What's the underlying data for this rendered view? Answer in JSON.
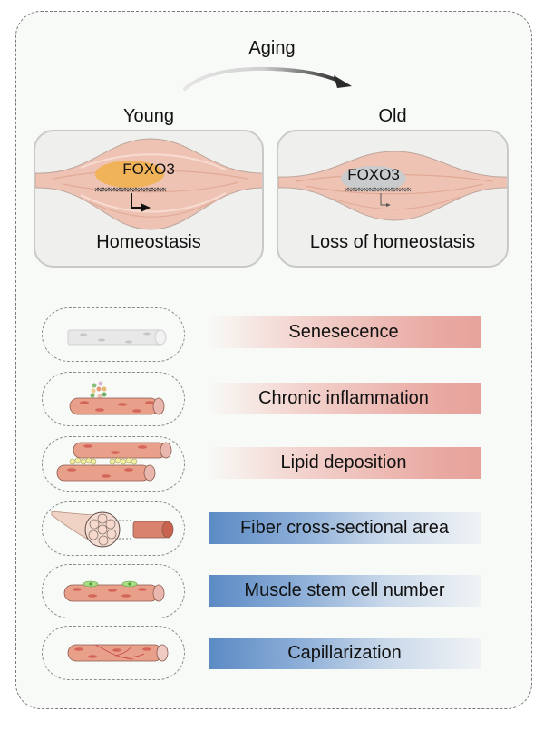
{
  "header": {
    "aging_label": "Aging",
    "young_label": "Young",
    "old_label": "Old"
  },
  "panels": {
    "young": {
      "gene": "FOXO3",
      "state": "Homeostasis",
      "gene_badge_color": "#f0b35a"
    },
    "old": {
      "gene": "FOXO3",
      "state": "Loss of homeostasis",
      "gene_badge_color": "#c9cbcc"
    }
  },
  "hallmarks": [
    {
      "label": "Senesecence",
      "trend": "increase",
      "icon": "senescent-fiber-icon"
    },
    {
      "label": "Chronic inflammation",
      "trend": "increase",
      "icon": "inflamed-fiber-icon"
    },
    {
      "label": "Lipid deposition",
      "trend": "increase",
      "icon": "lipid-droplets-fiber-icon"
    },
    {
      "label": "Fiber cross-sectional area",
      "trend": "decrease",
      "icon": "fiber-cross-section-icon"
    },
    {
      "label": "Muscle stem cell number",
      "trend": "decrease",
      "icon": "stem-cell-fiber-icon"
    },
    {
      "label": "Capillarization",
      "trend": "decrease",
      "icon": "capillary-fiber-icon"
    }
  ],
  "colors": {
    "increase": "#e6a39c",
    "decrease": "#5b8ac4",
    "muscle": "#eab9a8",
    "fiber": "#e79c87"
  }
}
